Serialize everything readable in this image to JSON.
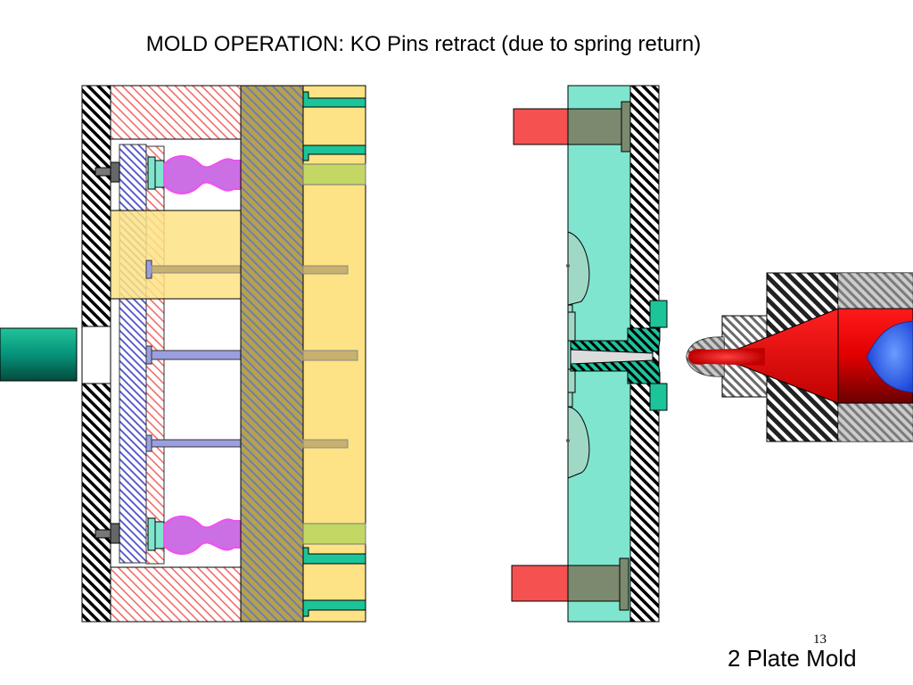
{
  "slide": {
    "title": "MOLD OPERATION: KO Pins retract (due to spring return)",
    "number": "13",
    "footer_label": "2 Plate Mold"
  },
  "diagram": {
    "ejector_half_parts": [
      "clamp-plate",
      "spacer-blocks",
      "ejector-retainer-plate",
      "ejector-plate",
      "return-springs",
      "ejector-pins",
      "support-plate",
      "core-plate",
      "knockout-rod"
    ],
    "fixed_half_parts": [
      "cavity-plate",
      "fixed-clamp-plate",
      "guide-bushings",
      "sprue-bushing",
      "locating-ring",
      "cavities"
    ],
    "injection_unit_parts": [
      "nozzle",
      "barrel",
      "heater-bands",
      "screw-tip"
    ]
  },
  "colors": {
    "spacer_hatch": "#f06c6c",
    "core_plate": "#fde385",
    "support_plate": "#b6a24e",
    "ejector_plate_hatch": "#4d52c8",
    "spring": "#cc6ee4",
    "spring_outline": "#f052f0",
    "ejector_pin": "#9b9fe0",
    "pin_extension": "#c8b06e",
    "guide_pin": "#c3d765",
    "cavity_plate": "#7fe5cf",
    "guide_bush_teal": "#1cc49a",
    "red_block": "#f55151",
    "sprue_red": "#ff0000",
    "nozzle_blue": "#2f63ee",
    "knockout_rod": "#079a7a",
    "gray_hatch": "#888888"
  }
}
